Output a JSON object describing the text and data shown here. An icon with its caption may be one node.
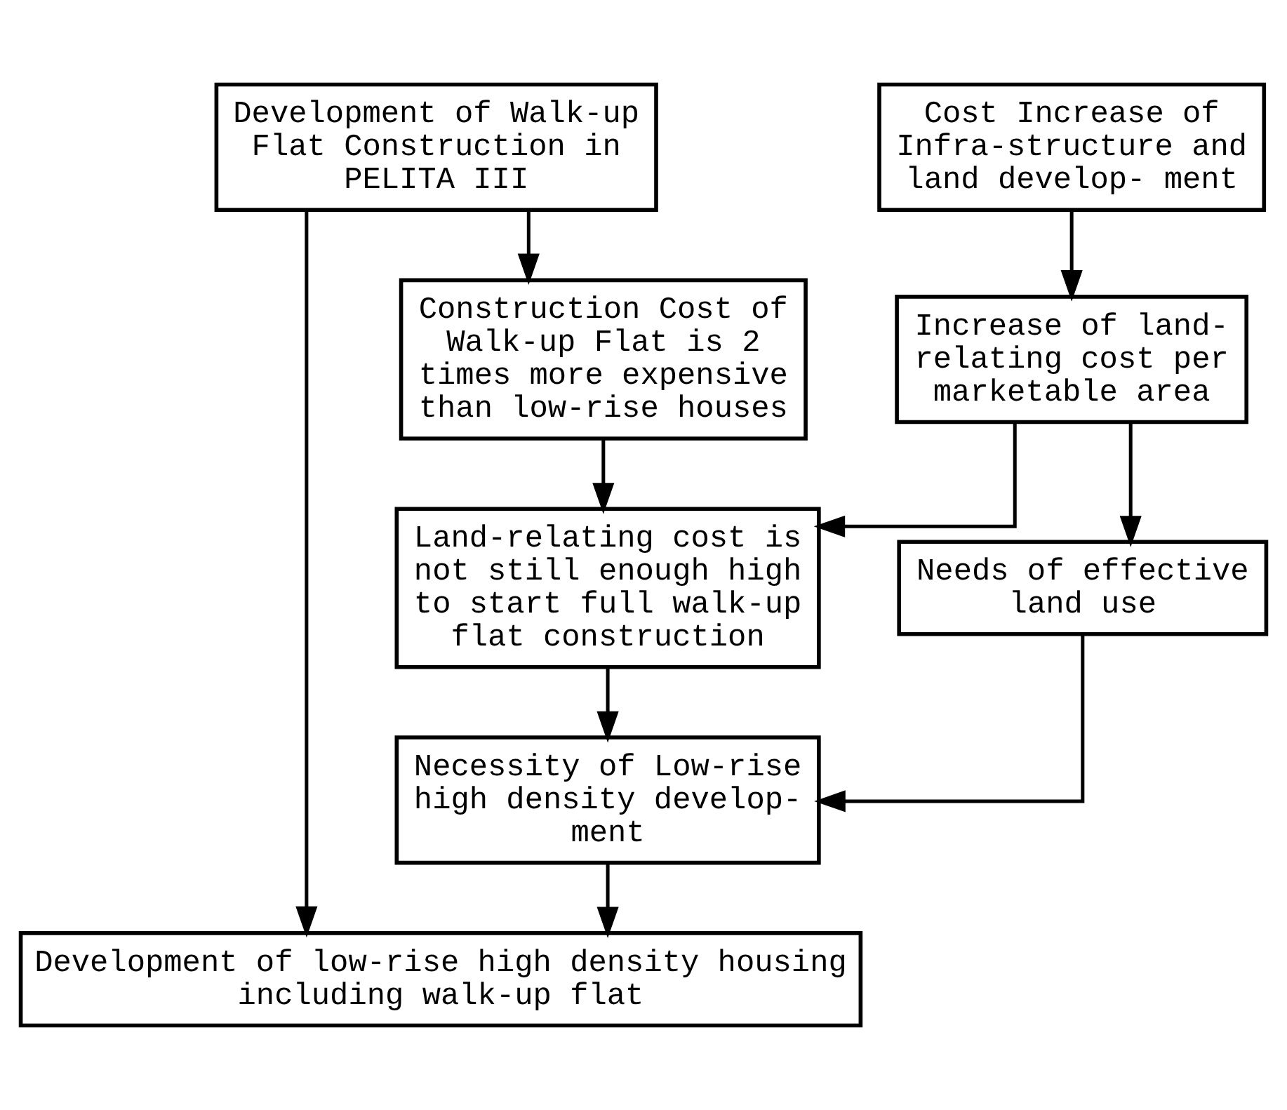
{
  "diagram": {
    "nodes": [
      {
        "text": [
          "Development of Walk-up Flat Construction in PELITA III"
        ]
      },
      {
        "text": [
          "Cost Increase of Infra-structure and land develop- ment"
        ]
      },
      {
        "text": [
          "Construction Cost of Walk-up Flat is 2 times more expensive than low-rise houses"
        ]
      },
      {
        "text": [
          "Increase of land- relating cost per marketable area"
        ]
      },
      {
        "text": [
          "Land-relating cost is not still enough high to start full walk-up flat construction"
        ]
      },
      {
        "text": [
          "Needs of effective land use"
        ]
      },
      {
        "text": [
          "Necessity of Low-rise high density develop- ment"
        ]
      },
      {
        "text": [
          "Development of low-rise high density housing including walk-up flat"
        ]
      }
    ],
    "edges": [
      {
        "from": 0,
        "to": 2,
        "arrow": "to"
      },
      {
        "from": 1,
        "to": 3,
        "arrow": "to"
      },
      {
        "from": 2,
        "to": 4,
        "arrow": "to"
      },
      {
        "from": 3,
        "to": 4,
        "arrow": "to"
      },
      {
        "from": 3,
        "to": 5,
        "arrow": "to"
      },
      {
        "from": 4,
        "to": 6,
        "arrow": "to"
      },
      {
        "from": 5,
        "to": 6,
        "arrow": "to"
      },
      {
        "from": 6,
        "to": 7,
        "arrow": "to"
      },
      {
        "from": 0,
        "to": 7,
        "arrow": "to"
      }
    ]
  }
}
